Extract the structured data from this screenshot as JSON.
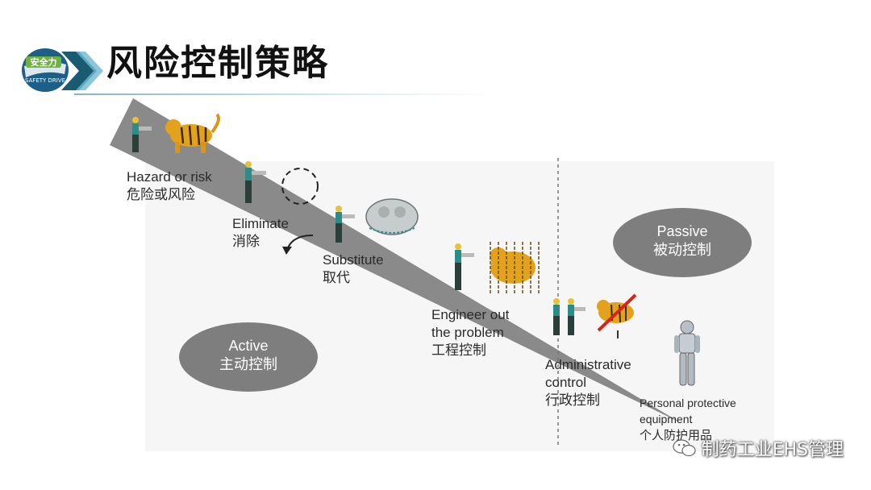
{
  "header": {
    "logo_text_main": "安全力",
    "logo_text_sub": "SAFETY DRIVE",
    "title": "风险控制策略"
  },
  "diagram": {
    "steps": [
      {
        "en": "Hazard or risk",
        "zh": "危险或风险"
      },
      {
        "en": "Eliminate",
        "zh": "消除"
      },
      {
        "en": "Substitute",
        "zh": "取代"
      },
      {
        "en": "Engineer out",
        "en2": "the problem",
        "zh": "工程控制"
      },
      {
        "en": "Administrative",
        "en2": "control",
        "zh": "行政控制"
      },
      {
        "en": "Personal protective",
        "en2": "equipment",
        "zh": "个人防护用品"
      }
    ],
    "active": {
      "en": "Active",
      "zh": "主动控制"
    },
    "passive": {
      "en": "Passive",
      "zh": "被动控制"
    }
  },
  "watermark": "制药工业EHS管理",
  "colors": {
    "wedge": "#8a8a8a",
    "ellipse": "#7e7e7e",
    "tiger": "#e2a21c",
    "prohibit": "#d4241c"
  }
}
